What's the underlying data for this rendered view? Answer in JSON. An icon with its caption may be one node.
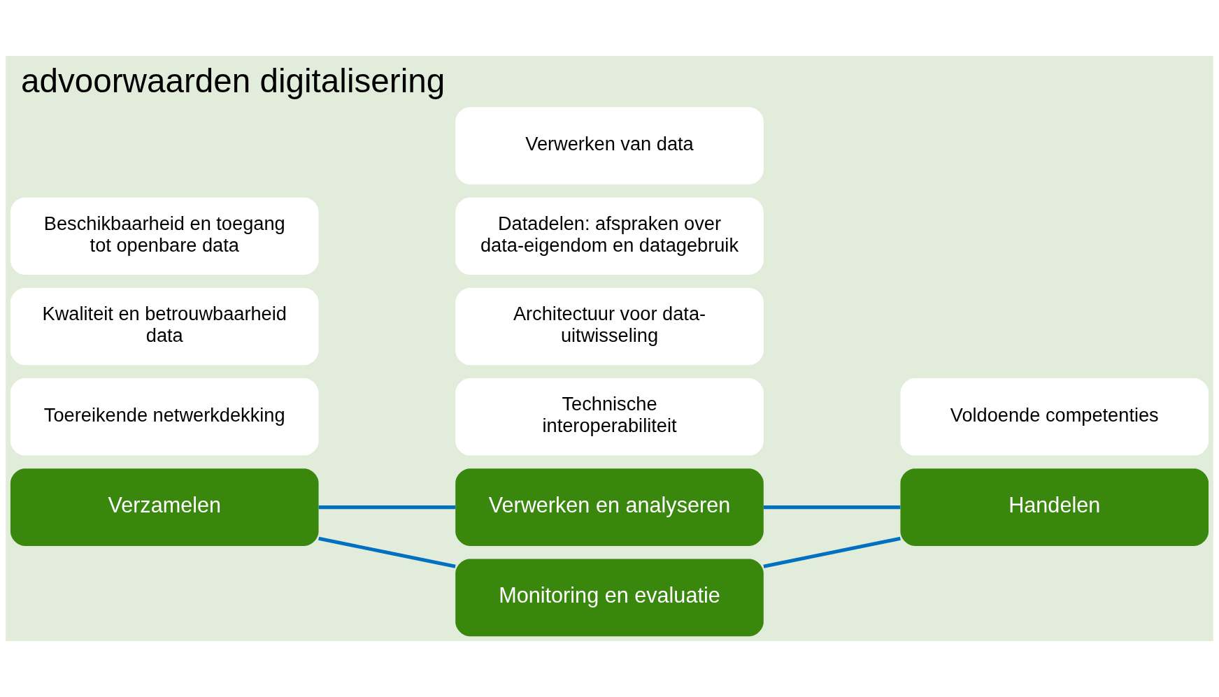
{
  "diagram": {
    "title": "advoorwaarden digitalisering",
    "nodes": [
      {
        "text": [
          "Verwerken en analyseren"
        ]
      },
      {
        "text": [
          "Technische interoperabiliteit"
        ]
      },
      {
        "text": [
          "Architectuur voor data-uitwisseling"
        ]
      },
      {
        "text": [
          "Datadelen: afspraken over data-eigendom en datagebruik"
        ]
      },
      {
        "text": [
          "Verwerken van data"
        ]
      },
      {
        "text": [
          "Verzamelen"
        ]
      },
      {
        "text": [
          "Toereikende netwerkdekking"
        ]
      },
      {
        "text": [
          "Kwaliteit en betrouwbaarheid data"
        ]
      },
      {
        "text": [
          "Beschikbaarheid en toegang tot openbare data"
        ]
      },
      {
        "text": [
          "Handelen"
        ]
      },
      {
        "text": [
          "Voldoende competenties"
        ]
      },
      {
        "text": [
          "Monitoring en evaluatie"
        ]
      }
    ],
    "edges": [
      {
        "from": 5,
        "to": 0,
        "arrow": "none"
      },
      {
        "from": 0,
        "to": 9,
        "arrow": "none"
      },
      {
        "from": 9,
        "to": 11,
        "arrow": "none"
      },
      {
        "from": 11,
        "to": 5,
        "arrow": "none"
      }
    ]
  }
}
